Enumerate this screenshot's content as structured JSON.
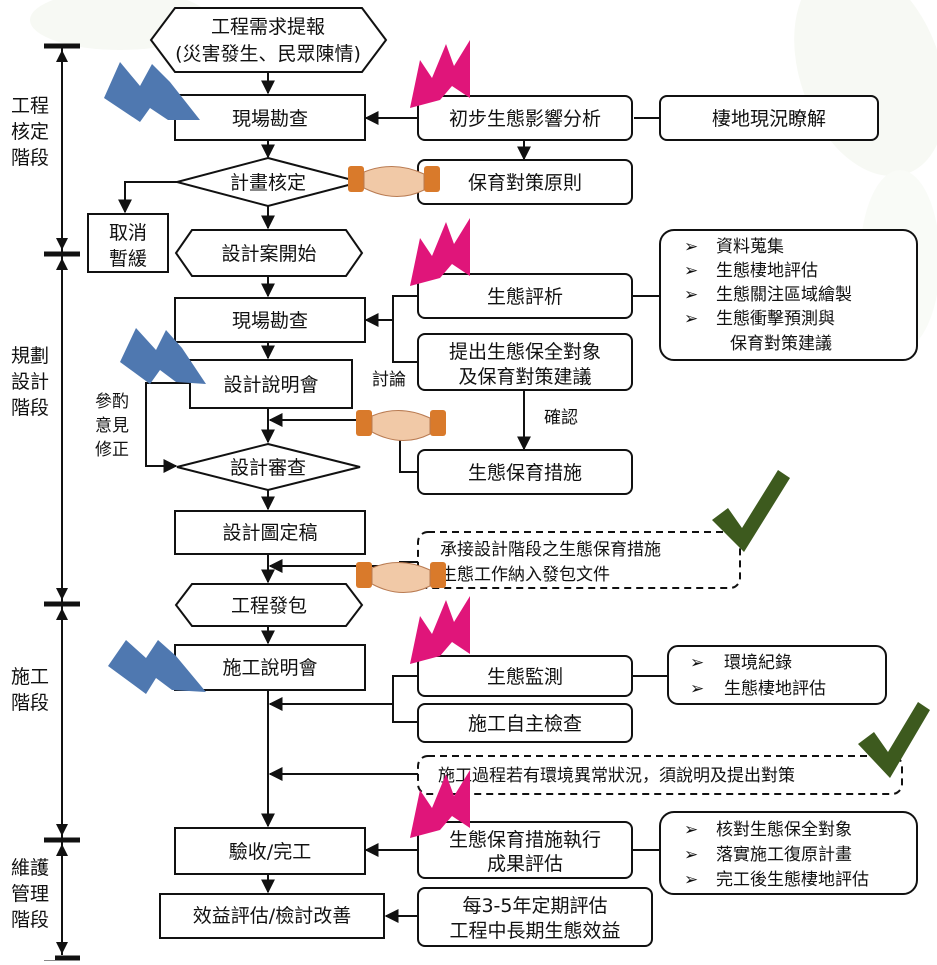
{
  "stages": [
    {
      "id": "s1",
      "lines": [
        "工程",
        "核定",
        "階段"
      ]
    },
    {
      "id": "s2",
      "lines": [
        "規劃",
        "設計",
        "階段"
      ]
    },
    {
      "id": "s3",
      "lines": [
        "施工",
        "階段"
      ]
    },
    {
      "id": "s4",
      "lines": [
        "維護",
        "管理",
        "階段"
      ]
    }
  ],
  "flow": {
    "start": [
      "工程需求提報",
      "(災害發生、民眾陳情)"
    ],
    "survey1": "現場勘查",
    "plan_review": "計畫核定",
    "cancel": [
      "取消",
      "暫緩"
    ],
    "design_start": "設計案開始",
    "survey2": "現場勘查",
    "design_briefing": "設計說明會",
    "feedback": [
      "參酌",
      "意見",
      "修正"
    ],
    "design_review": "設計審查",
    "design_final": "設計圖定稿",
    "bidding": "工程發包",
    "construction_briefing": "施工說明會",
    "acceptance": "驗收/完工",
    "evaluation": "效益評估/檢討改善"
  },
  "eco": {
    "initial_analysis": "初步生態影響分析",
    "habitat_survey": "棲地現況瞭解",
    "principles": "保育對策原則",
    "eco_evaluation": "生態評析",
    "eco_eval_items": [
      "資料蒐集",
      "生態棲地評估",
      "生態關注區域繪製",
      "生態衝擊預測與",
      "保育對策建議"
    ],
    "propose": [
      "提出生態保全對象",
      "及保育對策建議"
    ],
    "discuss": "討論",
    "confirm": "確認",
    "measures": "生態保育措施",
    "handover": [
      "承接設計階段之生態保育措施",
      "生態工作納入發包文件"
    ],
    "monitoring": "生態監測",
    "monitoring_items": [
      "環境紀錄",
      "生態棲地評估"
    ],
    "self_check": "施工自主檢查",
    "anomaly": "施工過程若有環境異常狀況，須說明及提出對策",
    "execution": [
      "生態保育措施執行",
      "成果評估"
    ],
    "execution_items": [
      "核對生態保全對象",
      "落實施工復原計畫",
      "完工後生態棲地評估"
    ],
    "periodic": [
      "每3-5年定期評估",
      "工程中長期生態效益"
    ]
  },
  "bullet": "➢",
  "colors": {
    "pink": "#e0157a",
    "blue": "#4f78b0",
    "hand": "#d97a2b",
    "check": "#3d5a1e",
    "bg_leaf": "#eef3e8"
  }
}
